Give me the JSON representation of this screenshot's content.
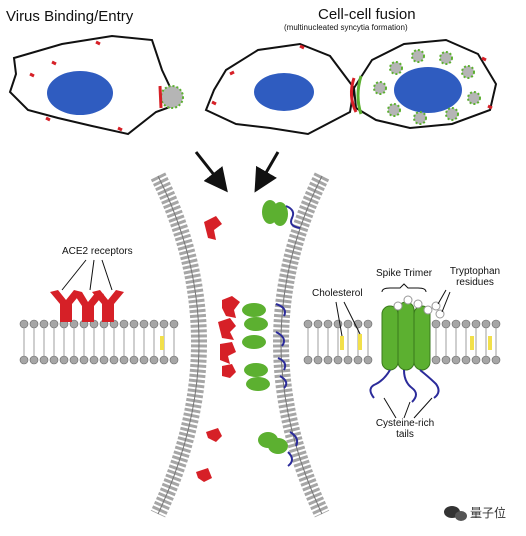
{
  "panels": {
    "binding_title": "Virus Binding/Entry",
    "fusion_title": "Cell-cell fusion",
    "fusion_subtitle": "(multinucleated syncytia formation)"
  },
  "labels": {
    "ace2": "ACE2 receptors",
    "spike": "Spike Trimer",
    "tryptophan_line1": "Tryptophan",
    "tryptophan_line2": "residues",
    "cholesterol": "Cholesterol",
    "cysteine_line1": "Cysteine-rich",
    "cysteine_line2": "tails"
  },
  "watermark": {
    "icon": "wechat-icon",
    "text": "量子位"
  },
  "colors": {
    "nucleus": "#2f5cc0",
    "ace2": "#d62027",
    "spike": "#5cb030",
    "tail": "#2b2b9a",
    "lipid_head": "#a6a6a6",
    "cholesterol": "#f2e04a",
    "virus": "#b5b5b5"
  }
}
